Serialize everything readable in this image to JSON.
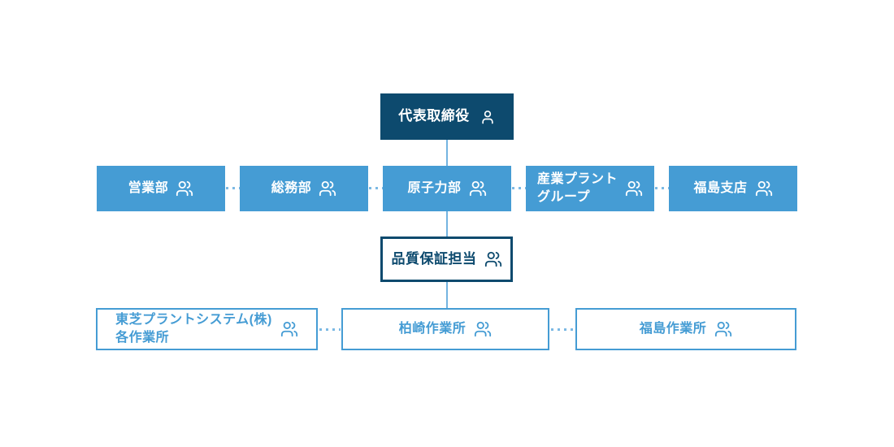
{
  "colors": {
    "dark_navy": "#0d4a6e",
    "primary_blue": "#459cd4",
    "connector_blue": "#74b4e1",
    "dotted_blue": "#7cb9e4",
    "white": "#ffffff"
  },
  "org": {
    "root": {
      "label": "代表取締役",
      "icon": "user-icon"
    },
    "departments": [
      {
        "label": "営業部",
        "icon": "users-icon"
      },
      {
        "label": "総務部",
        "icon": "users-icon"
      },
      {
        "label": "原子力部",
        "icon": "users-icon"
      },
      {
        "label": "産業プラント\nグループ",
        "icon": "users-icon"
      },
      {
        "label": "福島支店",
        "icon": "users-icon"
      }
    ],
    "qa": {
      "label": "品質保証担当",
      "icon": "users-icon"
    },
    "sites": [
      {
        "label": "東芝プラントシステム(株)\n各作業所",
        "icon": "users-icon"
      },
      {
        "label": "柏崎作業所",
        "icon": "users-icon"
      },
      {
        "label": "福島作業所",
        "icon": "users-icon"
      }
    ]
  }
}
